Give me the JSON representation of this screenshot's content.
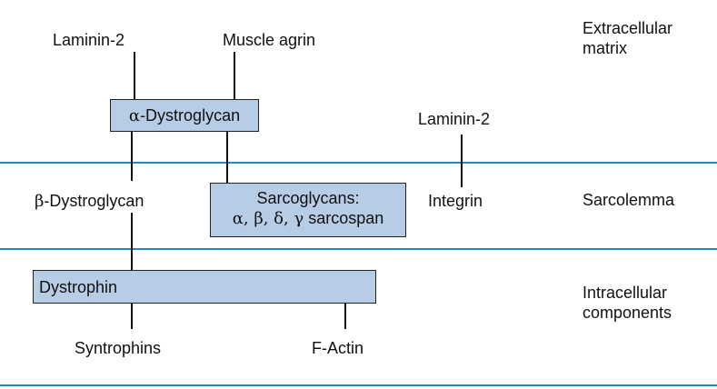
{
  "regions": {
    "extracellular_line1": "Extracellular",
    "extracellular_line2": "matrix",
    "sarcolemma": "Sarcolemma",
    "intracellular_line1": "Intracellular",
    "intracellular_line2": "components"
  },
  "nodes": {
    "laminin2_top": "Laminin-2",
    "muscle_agrin": "Muscle agrin",
    "alpha_dystroglycan_prefix": "α",
    "alpha_dystroglycan_name": "-Dystroglycan",
    "laminin2_right": "Laminin-2",
    "beta_dystroglycan_prefix": "β",
    "beta_dystroglycan_name": "-Dystroglycan",
    "sarcoglycans_line1": "Sarcoglycans:",
    "sarcoglycans_greek": "α, β, δ, γ",
    "sarcoglycans_tail": " sarcospan",
    "integrin": "Integrin",
    "dystrophin": "Dystrophin",
    "syntrophins": "Syntrophins",
    "f_actin": "F-Actin"
  },
  "colors": {
    "divider": "#1f8bc6",
    "box_fill": "#b7cde6"
  }
}
